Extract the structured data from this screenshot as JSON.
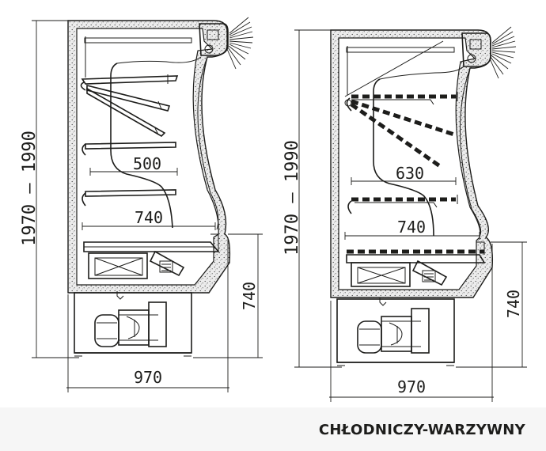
{
  "left_unit": {
    "height_label": "1970 – 1990",
    "depth_label": "970",
    "base_height_label": "740",
    "shelf_depth_label": "500",
    "bottom_depth_label": "740"
  },
  "right_unit": {
    "height_label": "1970 – 1990",
    "depth_label": "970",
    "base_height_label": "740",
    "shelf_depth_label": "630",
    "bottom_depth_label": "740"
  },
  "caption": "CHŁODNICZY-WARZYWNY",
  "colors": {
    "line": "#1d1d1b",
    "insulation": "#e9e9e9",
    "footer_bg": "#f6f6f6",
    "background": "#ffffff"
  },
  "icons": {
    "lamp_rays": "light-rays-icon",
    "fan": "fan-icon",
    "compressor": "compressor-icon"
  }
}
